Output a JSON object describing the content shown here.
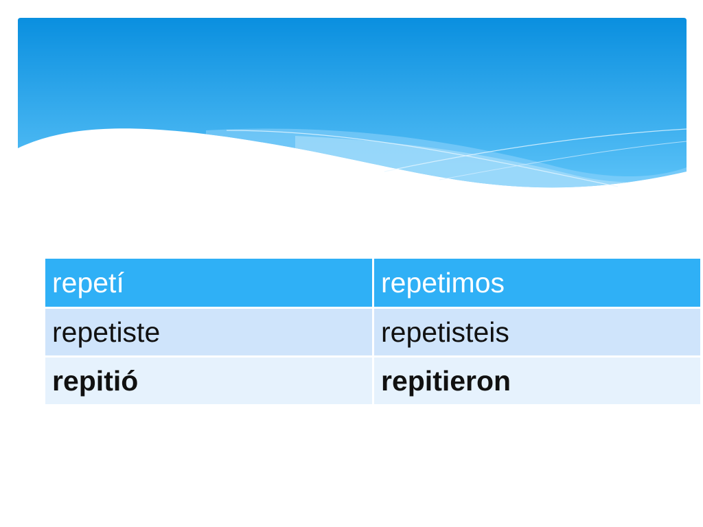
{
  "theme": {
    "header_top_color": "#0a8fdf",
    "header_bottom_color": "#5cc3f8",
    "wave_color": "#8fd4fb",
    "table_header_bg": "#2fb0f6",
    "table_row_bg": "#cfe4fb",
    "table_row_alt_bg": "#e6f2fd"
  },
  "conjugation_table": {
    "rows": [
      {
        "cells": [
          "repetí",
          "repetimos"
        ]
      },
      {
        "cells": [
          "repetiste",
          "repetisteis"
        ]
      },
      {
        "cells": [
          "repitió",
          "repitieron"
        ]
      }
    ]
  }
}
